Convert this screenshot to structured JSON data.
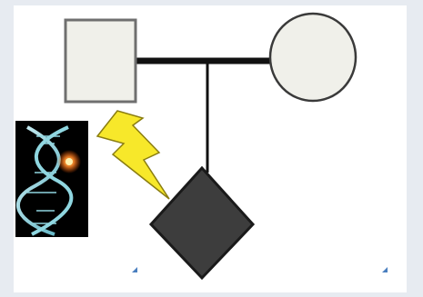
{
  "diagram": {
    "type": "pedigree",
    "colors": {
      "background": "#e7ebf1",
      "panel": "#ffffff",
      "unaffected_fill": "#f0f0ea",
      "symbol_outline": "#6f6f6f",
      "affected_fill": "#3d3d3d",
      "line": "#111111",
      "lightning": "#f7e82a",
      "lightning_outline": "#8a7d10",
      "dna_background": "#000000",
      "dna_strand": "#8fd6e0",
      "dna_glow": "#ff8a2a"
    },
    "nodes": [
      {
        "id": "father",
        "shape": "square",
        "affected": false
      },
      {
        "id": "mother",
        "shape": "circle",
        "affected": false
      },
      {
        "id": "child",
        "shape": "diamond",
        "affected": true
      }
    ],
    "links": [
      {
        "kind": "mating-line",
        "from": "father",
        "to": "mother"
      },
      {
        "kind": "descent-line",
        "from": "mating-line",
        "to": "child"
      }
    ],
    "icons": [
      "dna-helix-icon",
      "lightning-bolt-icon"
    ]
  }
}
